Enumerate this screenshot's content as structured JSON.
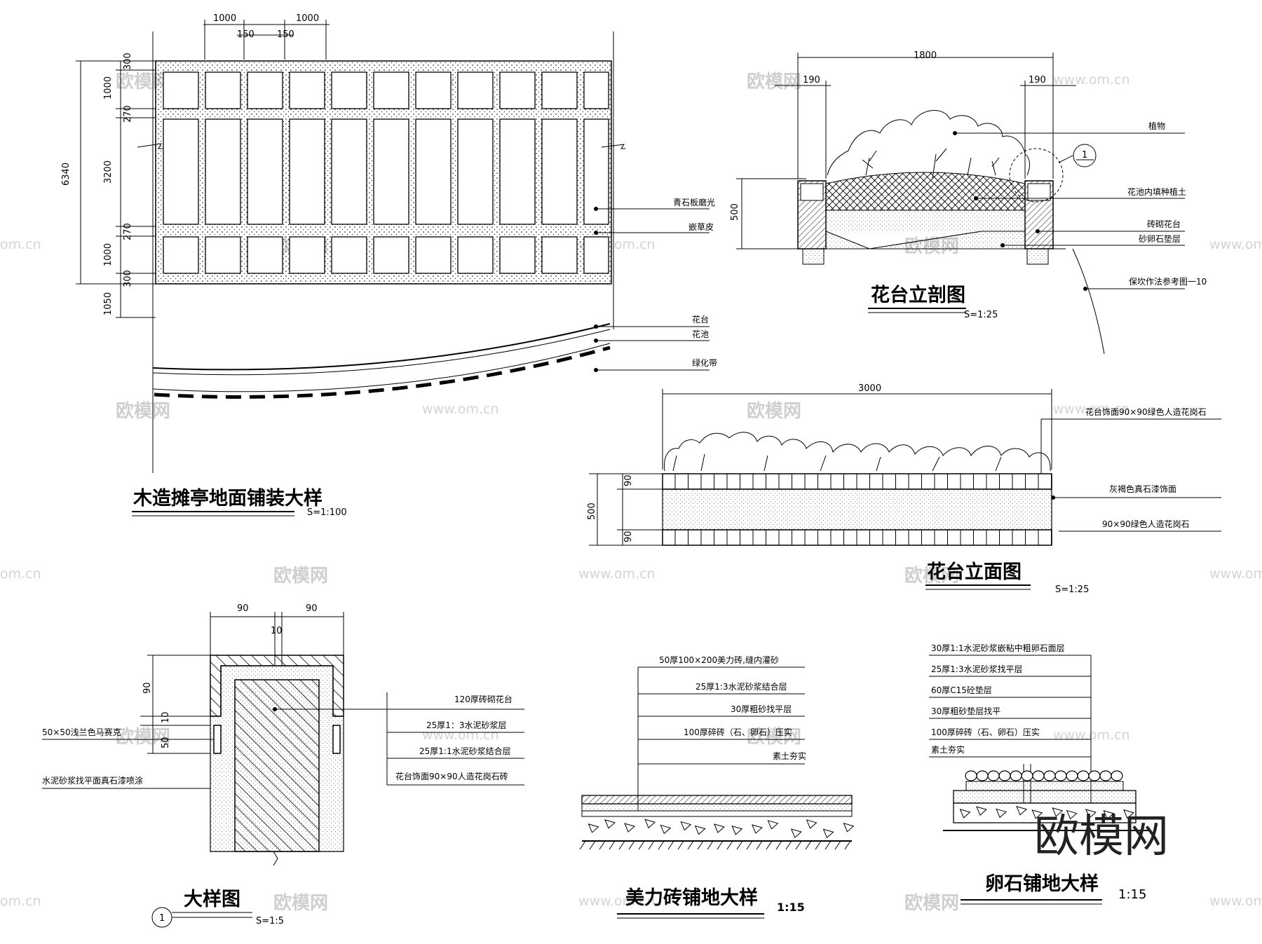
{
  "drawings": {
    "pavilion_paving": {
      "title": "木造摊亭地面铺装大样",
      "scale": "S=1:100",
      "dims_top": [
        "1000",
        "150",
        "150",
        "1000"
      ],
      "dims_left": [
        "300",
        "1000",
        "270",
        "3200",
        "270",
        "1000",
        "300",
        "1050"
      ],
      "dim_total": "6340",
      "labels": [
        "青石板磨光",
        "嵌草皮",
        "花台",
        "花池",
        "绿化带"
      ]
    },
    "planter_section": {
      "title": "花台立剖图",
      "scale": "S=1:25",
      "dims": [
        "1800",
        "190",
        "190",
        "500"
      ],
      "callout_number": "1",
      "labels": [
        "植物",
        "花池内填种植土",
        "砖砌花台",
        "砂卵石垫层",
        "保坎作法参考图一10"
      ]
    },
    "planter_elevation": {
      "title": "花台立面图",
      "scale": "S=1:25",
      "dims": [
        "3000",
        "90",
        "500",
        "90"
      ],
      "labels": [
        "花台饰面90×90绿色人造花岗石",
        "灰褐色真石漆饰面",
        "90×90绿色人造花岗石"
      ]
    },
    "detail": {
      "title": "大样图",
      "scale": "S=1:5",
      "number": "1",
      "dims": [
        "90",
        "90",
        "10",
        "90",
        "10",
        "50"
      ],
      "labels": [
        "120厚砖砌花台",
        "25厚1：3水泥砂浆层",
        "25厚1:1水泥砂浆结合层",
        "花台饰面90×90人造花岗石砖",
        "50×50浅兰色马赛克",
        "水泥砂浆找平面真石漆喷涂"
      ]
    },
    "tile_paving": {
      "title": "美力砖铺地大样",
      "scale": "1:15",
      "labels": [
        "50厚100×200美力砖,缝内灌砂",
        "25厚1:3水泥砂浆结合层",
        "30厚粗砂找平层",
        "100厚碎砖（石、卵石）压实",
        "素土夯实"
      ]
    },
    "pebble_paving": {
      "title": "卵石铺地大样",
      "scale": "1:15",
      "labels": [
        "30厚1:1水泥砂浆嵌粘中粗卵石面层",
        "25厚1:3水泥砂浆找平层",
        "60厚C15砼垫层",
        "30厚粗砂垫层找平",
        "100厚碎砖（石、卵石）压实",
        "素土夯实"
      ]
    }
  },
  "watermark": {
    "brand": "欧模网",
    "url": "www.om.cn",
    "url_partial": "om.cn"
  }
}
